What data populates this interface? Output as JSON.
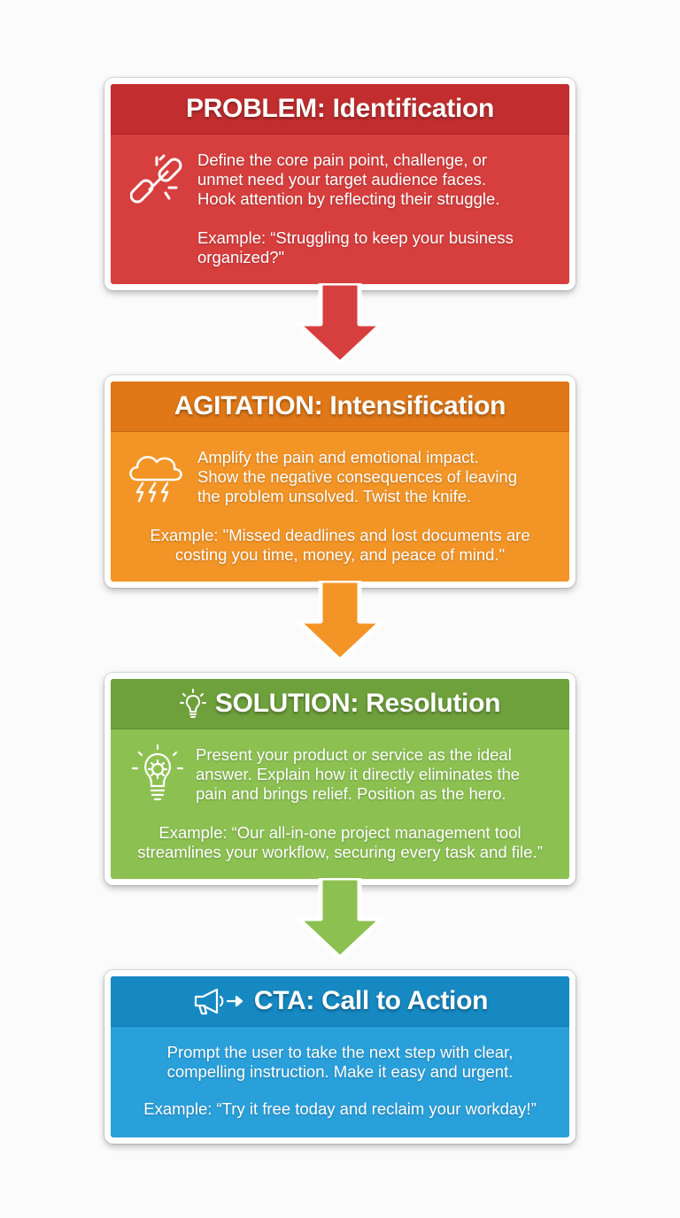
{
  "sections": {
    "problem": {
      "title": "PROBLEM: Identification",
      "description": [
        "Define the core pain point, challenge, or",
        "unmet need your target audience faces.",
        "Hook attention by reflecting their struggle."
      ],
      "example": [
        "Example: “Struggling to keep your business",
        "organized?\""
      ],
      "icon": "broken-link-icon",
      "color": "#d63f3e"
    },
    "agitation": {
      "title": "AGITATION: Intensification",
      "description": [
        "Amplify the pain and emotional impact.",
        "Show the negative consequences of leaving",
        "the problem unsolved. Twist the knife."
      ],
      "example": [
        "Example: \"Missed deadlines and lost documents are",
        "costing you time, money, and peace of mind.\""
      ],
      "icon": "storm-cloud-icon",
      "color": "#f39426"
    },
    "solution": {
      "title": "SOLUTION: Resolution",
      "description": [
        "Present your product or service as the ideal",
        "answer. Explain how it directly eliminates the",
        "pain and brings relief. Position as the hero."
      ],
      "example": [
        "Example: “Our all-in-one project management tool",
        "streamlines your workflow, securing every task and file.”"
      ],
      "icon": "lightbulb-gear-icon",
      "color": "#8cc152"
    },
    "cta": {
      "title": "CTA: Call to Action",
      "description": [
        "Prompt the user to take the next step with clear,",
        "compelling instruction. Make it easy and urgent."
      ],
      "example": [
        "Example: “Try it free today and reclaim your workday!”"
      ],
      "icon": "megaphone-icon",
      "color": "#2aa0db"
    }
  },
  "arrows": [
    {
      "name": "arrow-problem-to-agitation",
      "color": "#d63f3e"
    },
    {
      "name": "arrow-agitation-to-solution",
      "color": "#f39426"
    },
    {
      "name": "arrow-solution-to-cta",
      "color": "#8cc152"
    }
  ]
}
